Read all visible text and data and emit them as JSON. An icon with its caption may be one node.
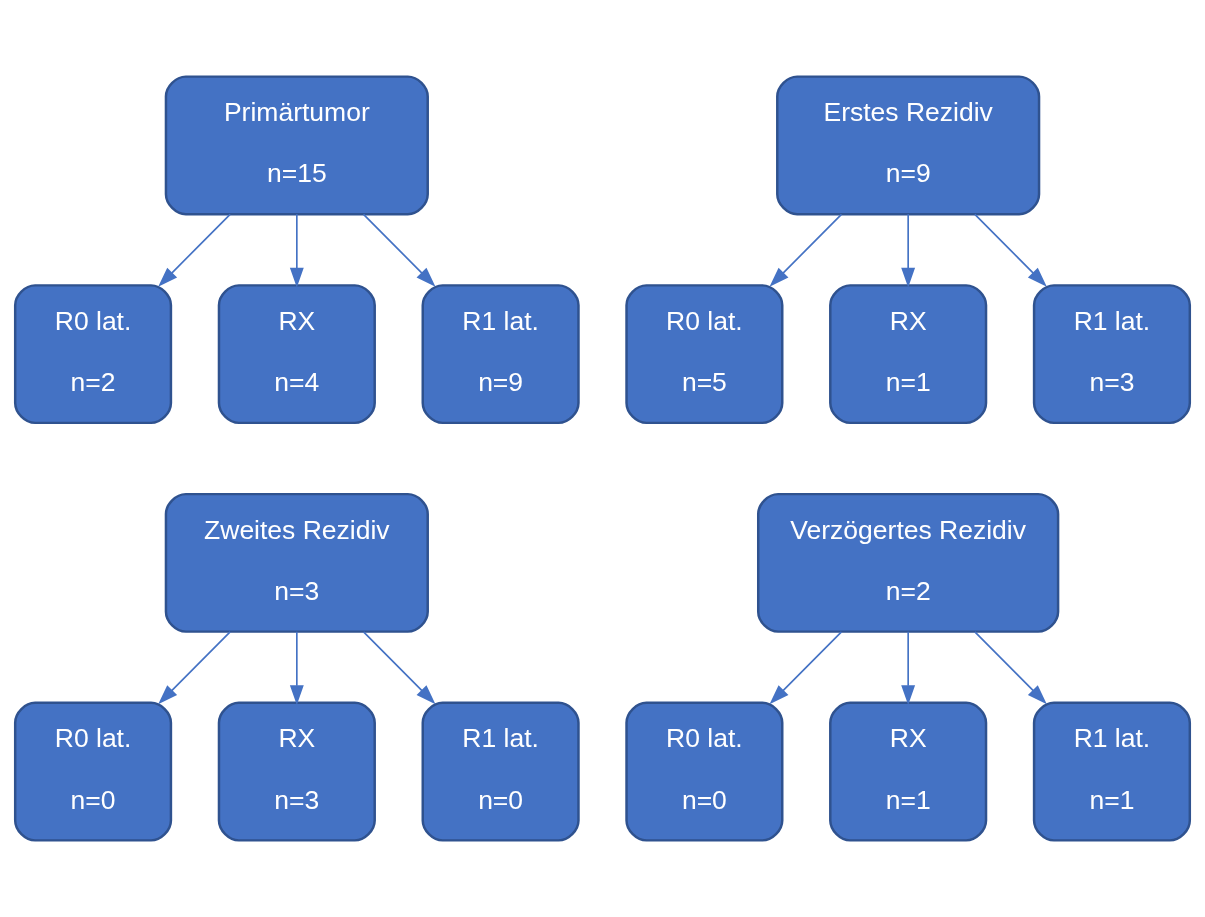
{
  "diagram": {
    "nodes": [
      {
        "text": [
          "Primärtumor",
          "n=15"
        ]
      },
      {
        "text": [
          "Erstes Rezidiv",
          "n=9"
        ]
      },
      {
        "text": [
          "R0 lat.",
          "n=2"
        ]
      },
      {
        "text": [
          "RX",
          "n=4"
        ]
      },
      {
        "text": [
          "R1 lat.",
          "n=9"
        ]
      },
      {
        "text": [
          "R0 lat.",
          "n=5"
        ]
      },
      {
        "text": [
          "RX",
          "n=1"
        ]
      },
      {
        "text": [
          "R1 lat.",
          "n=3"
        ]
      },
      {
        "text": [
          "Zweites Rezidiv",
          "n=3"
        ]
      },
      {
        "text": [
          "Verzögertes Rezidiv",
          "n=2"
        ]
      },
      {
        "text": [
          "R0 lat.",
          "n=0"
        ]
      },
      {
        "text": [
          "RX",
          "n=3"
        ]
      },
      {
        "text": [
          "R1 lat.",
          "n=0"
        ]
      },
      {
        "text": [
          "R0 lat.",
          "n=0"
        ]
      },
      {
        "text": [
          "RX",
          "n=1"
        ]
      },
      {
        "text": [
          "R1 lat.",
          "n=1"
        ]
      }
    ],
    "edges": [
      {
        "from": 0,
        "to": 2,
        "arrow": "to"
      },
      {
        "from": 0,
        "to": 3,
        "arrow": "to"
      },
      {
        "from": 0,
        "to": 4,
        "arrow": "to"
      },
      {
        "from": 1,
        "to": 5,
        "arrow": "to"
      },
      {
        "from": 1,
        "to": 6,
        "arrow": "to"
      },
      {
        "from": 1,
        "to": 7,
        "arrow": "to"
      },
      {
        "from": 8,
        "to": 10,
        "arrow": "to"
      },
      {
        "from": 8,
        "to": 11,
        "arrow": "to"
      },
      {
        "from": 8,
        "to": 12,
        "arrow": "to"
      },
      {
        "from": 9,
        "to": 13,
        "arrow": "to"
      },
      {
        "from": 9,
        "to": 14,
        "arrow": "to"
      },
      {
        "from": 9,
        "to": 15,
        "arrow": "to"
      }
    ]
  }
}
